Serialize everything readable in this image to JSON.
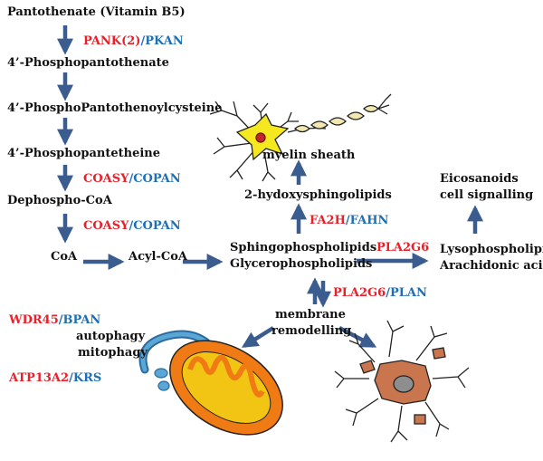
{
  "metabolites": {
    "pantothenate": "Pantothenate (Vitamin B5)",
    "phosphopantothenate": "4’-Phosphopantothenate",
    "phosphopantothenoylcysteine": "4’-PhosphoPantothenoylcysteine",
    "phosphopantetheine": "4’-Phosphopantetheine",
    "dephospho_coa": "Dephospho-CoA",
    "coa": "CoA",
    "acyl_coa": "Acyl-CoA",
    "sphingophospholipids": "Sphingophospholipids",
    "glycerophospholipids": "Glycerophospholipids",
    "hydroxysphingolipids": "2-hydoxysphingolipids",
    "myelin_sheath": "myelin sheath",
    "lysophospholipid": "Lysophospholipid",
    "arachidonic_acid": "Arachidonic  acid",
    "eicosanoids": "Eicosanoids",
    "cell_signalling": "cell signalling",
    "membrane": "membrane",
    "remodelling": "remodelling",
    "autophagy": "autophagy",
    "mitophagy": "mitophagy"
  },
  "enzymes": {
    "pank": {
      "gene": "PANK(2)",
      "sep": "/",
      "disease": "PKAN"
    },
    "coasy1": {
      "gene": "COASY",
      "sep": "/",
      "disease": "COPAN"
    },
    "coasy2": {
      "gene": "COASY",
      "sep": "/",
      "disease": "COPAN"
    },
    "fa2h": {
      "gene": "FA2H",
      "sep": "/",
      "disease": "FAHN"
    },
    "pla2g6": {
      "gene": "PLA2G6"
    },
    "pla2g6_plan": {
      "gene": "PLA2G6",
      "sep": "/",
      "disease": "PLAN"
    },
    "wdr45": {
      "gene": "WDR45",
      "sep": "/",
      "disease": "BPAN"
    },
    "atp13a2": {
      "gene": "ATP13A2",
      "sep": "/",
      "disease": "KRS"
    }
  },
  "colors": {
    "arrow": "#3a5c8e",
    "gene": "#e8202a",
    "disease": "#1f6fb5",
    "neuron_body": "#f5e81e",
    "mito_outer": "#f07a14",
    "mito_inner": "#f2c414",
    "er": "#5aa7d6",
    "astro_body": "#c9764f",
    "astro_nucleus": "#8e8e8e"
  },
  "icons": [
    "neuron-icon",
    "mitochondrion-icon",
    "astrocyte-icon"
  ]
}
